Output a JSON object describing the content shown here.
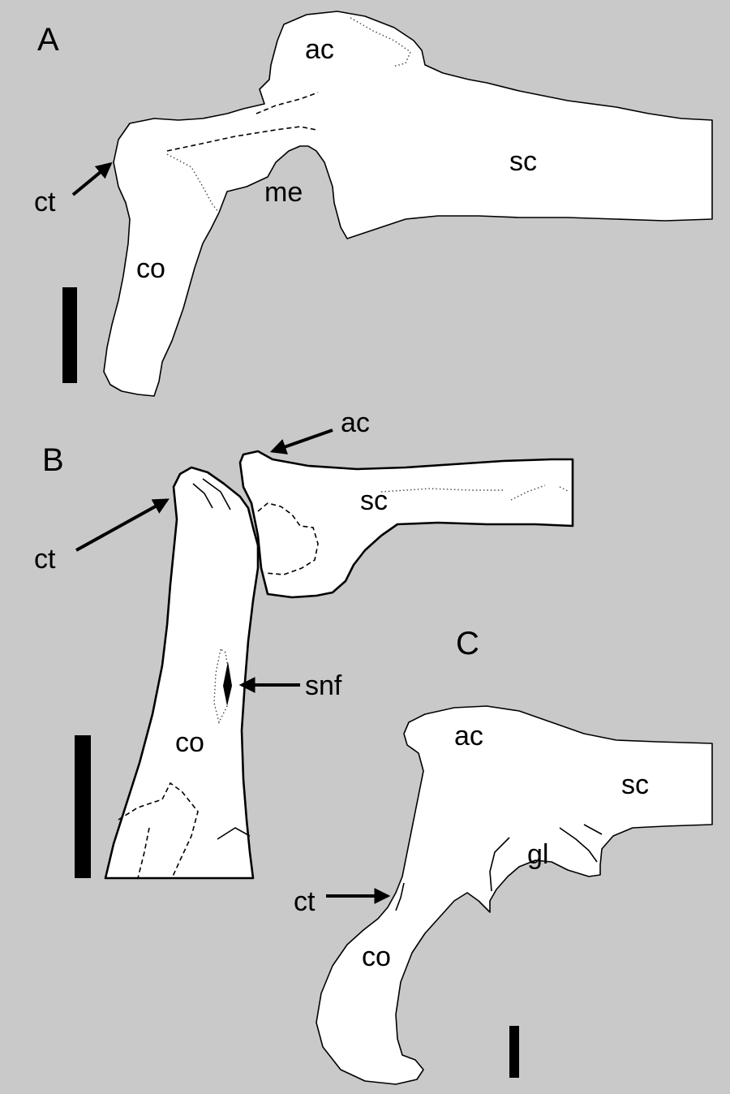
{
  "panels": {
    "a": {
      "label": "A",
      "parts": {
        "acromion": "ac",
        "scapula": "sc",
        "coracoid_tubercle": "ct",
        "membrane": "me",
        "coracoid": "co"
      }
    },
    "b": {
      "label": "B",
      "parts": {
        "acromion": "ac",
        "scapula": "sc",
        "coracoid_tubercle": "ct",
        "supracoracoid_nerve_foramen": "snf",
        "coracoid": "co"
      }
    },
    "c": {
      "label": "C",
      "parts": {
        "acromion": "ac",
        "scapula": "sc",
        "glenoid": "gl",
        "coracoid_tubercle": "ct",
        "coracoid": "co"
      }
    }
  },
  "colors": {
    "background": "#c9c9c9",
    "bone": "#ffffff",
    "ink": "#000000"
  }
}
